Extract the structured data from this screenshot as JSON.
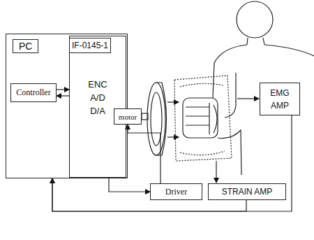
{
  "diagram": {
    "nodes": [
      {
        "text": [
          "PC"
        ]
      },
      {
        "text": [
          "IF-0145-1",
          "ENC A/D D/A"
        ],
        "in": 0
      },
      {
        "text": [
          "Controller"
        ],
        "in": 0
      },
      {
        "text": [
          "motor"
        ]
      },
      {
        "text": [
          "Driver"
        ]
      },
      {
        "text": [
          "STRAIN AMP"
        ]
      },
      {
        "text": [
          "EMG AMP"
        ]
      }
    ],
    "edges": [
      {
        "from": 2,
        "to": 1,
        "arrow": "to"
      },
      {
        "from": 1,
        "to": 2,
        "arrow": "to"
      },
      {
        "from": 1,
        "to": 4,
        "arrow": "to"
      },
      {
        "from": 4,
        "to": 3,
        "arrow": "to"
      },
      {
        "from": 5,
        "to": 0,
        "arrow": "to"
      },
      {
        "from": 6,
        "to": 0,
        "arrow": "to"
      }
    ]
  }
}
